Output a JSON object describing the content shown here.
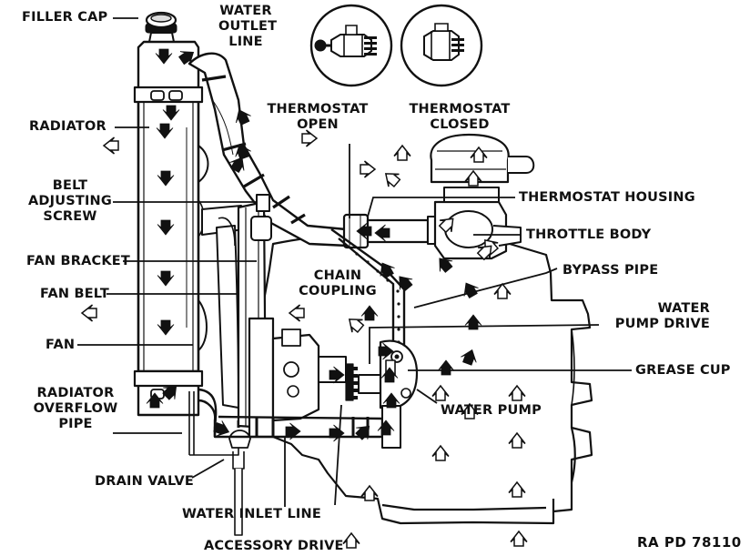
{
  "diagram": {
    "labels": {
      "filler_cap": "FILLER CAP",
      "water_outlet_line": "WATER\nOUTLET\nLINE",
      "radiator": "RADIATOR",
      "thermostat_open": "THERMOSTAT\nOPEN",
      "thermostat_closed": "THERMOSTAT\nCLOSED",
      "belt_adjusting_screw": "BELT\nADJUSTING\nSCREW",
      "thermostat_housing": "THERMOSTAT HOUSING",
      "throttle_body": "THROTTLE BODY",
      "fan_bracket": "FAN BRACKET",
      "bypass_pipe": "BYPASS PIPE",
      "chain_coupling": "CHAIN\nCOUPLING",
      "fan_belt": "FAN BELT",
      "water_pump_drive": "WATER\nPUMP DRIVE",
      "fan": "FAN",
      "grease_cup": "GREASE CUP",
      "radiator_overflow_pipe": "RADIATOR\nOVERFLOW\nPIPE",
      "water_pump": "WATER PUMP",
      "drain_valve": "DRAIN VALVE",
      "water_inlet_line": "WATER INLET LINE",
      "accessory_drive": "ACCESSORY DRIVE",
      "reference": "RA PD 78110"
    },
    "icons": {
      "flow_arrow_hot": "solid-black-arrow",
      "flow_arrow_cool": "outline-white-arrow",
      "thermostat_detail": "circle-inset-detail"
    }
  }
}
